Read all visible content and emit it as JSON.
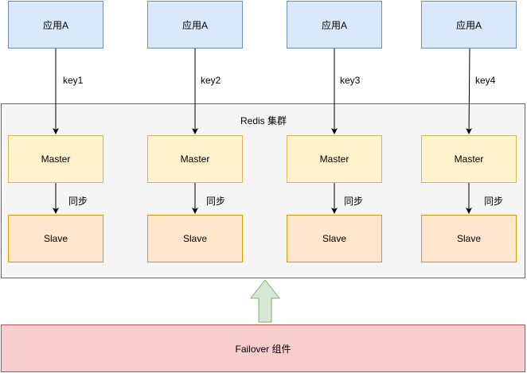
{
  "apps": [
    "应用A",
    "应用A",
    "应用A",
    "应用A"
  ],
  "keys": [
    "key1",
    "key2",
    "key3",
    "key4"
  ],
  "cluster": {
    "title": "Redis 集群"
  },
  "masters": [
    "Master",
    "Master",
    "Master",
    "Master"
  ],
  "sync_labels": [
    "同步",
    "同步",
    "同步",
    "同步"
  ],
  "slaves": [
    "Slave",
    "Slave",
    "Slave",
    "Slave"
  ],
  "failover": {
    "label": "Failover 组件"
  }
}
